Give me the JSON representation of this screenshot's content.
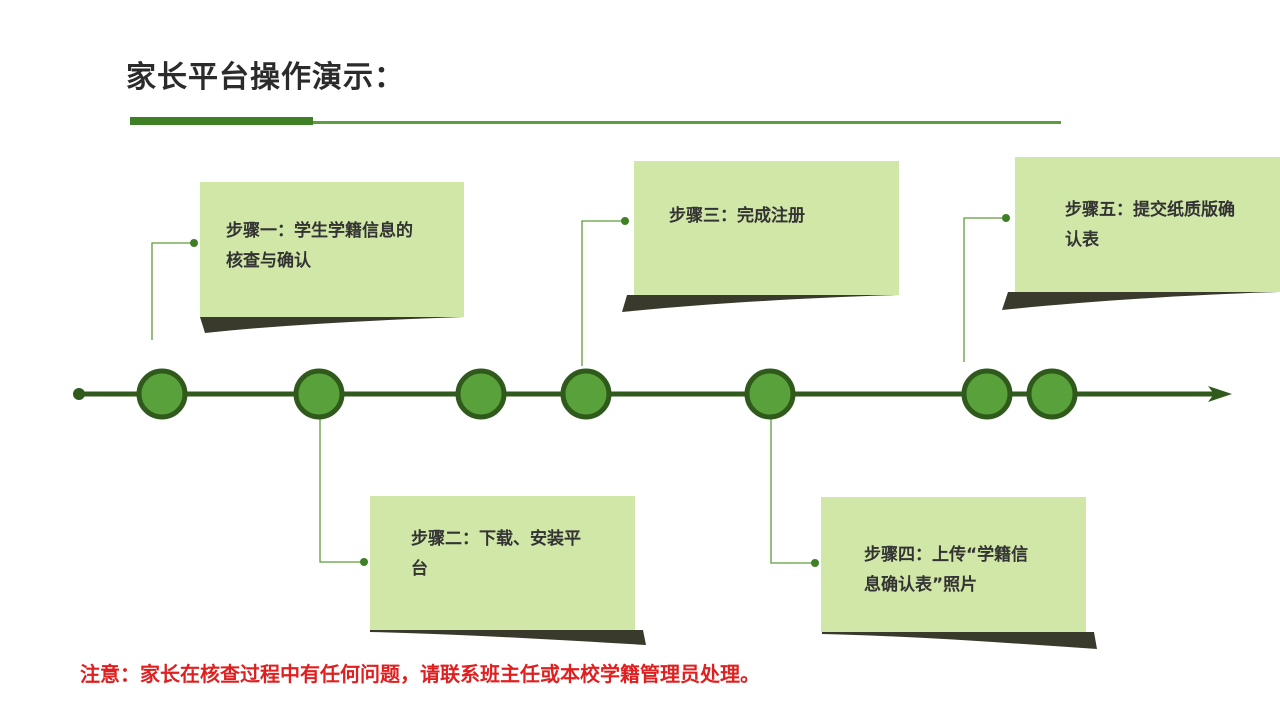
{
  "title": "家长平台操作演示：",
  "steps": [
    {
      "label": "步骤一：学生学籍信息的核查与确认"
    },
    {
      "label": "步骤二：下载、安装平台"
    },
    {
      "label": "步骤三：完成注册"
    },
    {
      "label": "步骤四：上传“学籍信息确认表”照片"
    },
    {
      "label": "步骤五：提交纸质版确认表"
    }
  ],
  "note": "注意：家长在核查过程中有任何问题，请联系班主任或本校学籍管理员处理。",
  "colors": {
    "accent": "#3f7f25",
    "card": "#d1e7a8",
    "node_fill": "#59a23b",
    "line": "#2f5a1c",
    "note": "#e02020"
  }
}
